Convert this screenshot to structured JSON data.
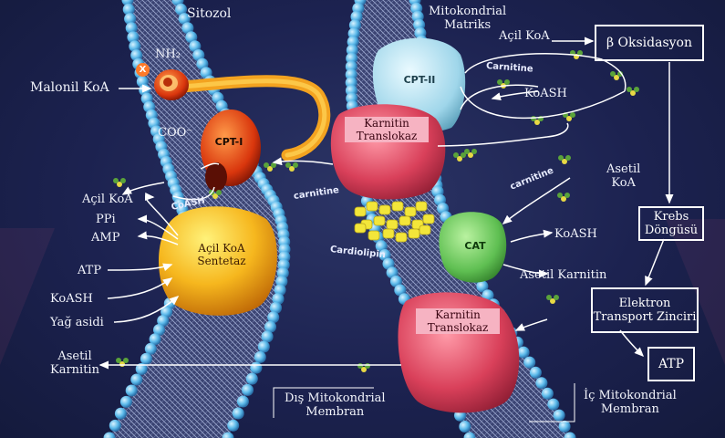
{
  "regions": {
    "cytosol": "Sitozol",
    "matrix": "Mitokondrial\nMatriks",
    "outer_membrane": "Dış Mitokondrial\nMembran",
    "inner_membrane": "İç Mitokondrial\nMembran"
  },
  "left_labels": {
    "nh2": "NH₂",
    "malonyl": "Malonil KoA",
    "coo": "COO⁻",
    "acyl_coa": "Açil KoA",
    "ppi": "PPi",
    "amp": "AMP",
    "atp": "ATP",
    "koash": "KoASH",
    "fatty_acid": "Yağ asidi",
    "acetyl_carnitine": "Asetil\nKarnitin"
  },
  "proteins": {
    "cpt1": "CPT-I",
    "cpt2": "CPT-II",
    "acyl_coa_synthetase": "Açil KoA\nSentetaz",
    "carnitine_translocase_top": "Karnitin\nTranslokaz",
    "carnitine_translocase_bottom": "Karnitin\nTranslokaz",
    "cat": "CAT",
    "coash_tag": "CoASH",
    "carnitine_tag_1": "Carnitine",
    "carnitine_tag_2": "carnitine",
    "carnitine_tag_3": "carnitine",
    "cardiolipin_tag": "Cardiolipin"
  },
  "inhibitor_mark": "X",
  "matrix_labels": {
    "acyl_coa": "Açil KoA",
    "koash_top": "KoASH",
    "acetyl_coa": "Asetil\nKoA",
    "koash_mid": "KoASH",
    "acetyl_carnitine": "Asetil Karnitin"
  },
  "pathway": {
    "beta_oxidation": "β Oksidasyon",
    "krebs": "Krebs\nDöngüsü",
    "etc": "Elektron\nTransport Zinciri",
    "atp": "ATP"
  },
  "colors": {
    "background": "#1c2250",
    "membrane_head": "#58b7e8",
    "cpt1": "#e04a10",
    "synthetase": "#f6b71e",
    "translocase": "#d9405a",
    "cpt2": "#9fd6ea",
    "cat": "#5fbf52",
    "cardiolipin": "#f3e63a"
  }
}
